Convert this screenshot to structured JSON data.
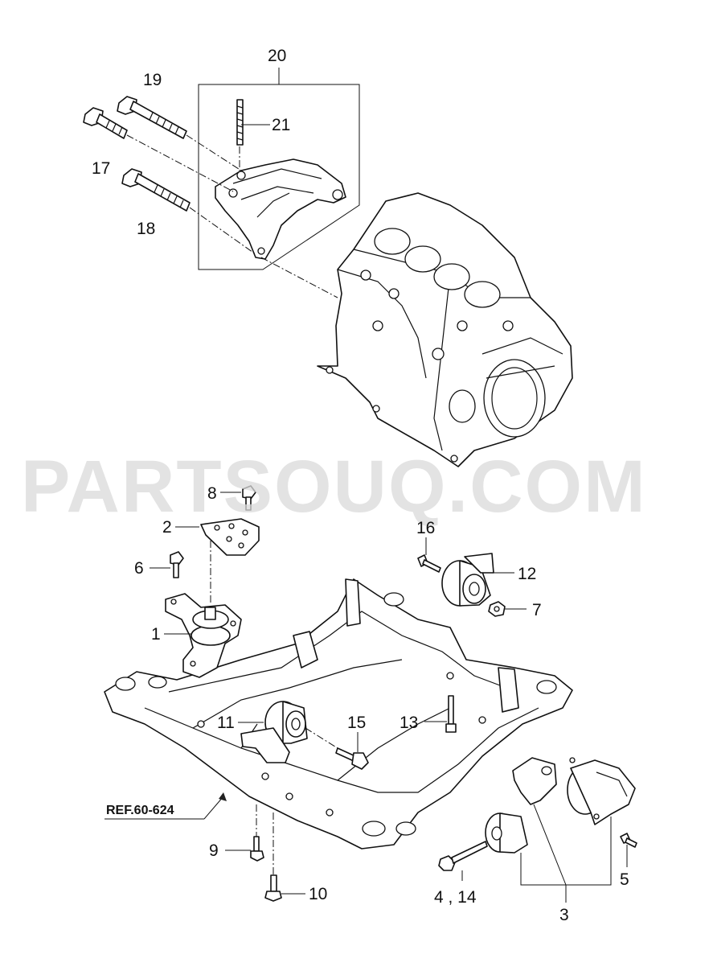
{
  "watermark": "PARTSOUQ.COM",
  "reference": "REF.60-624",
  "callouts": {
    "c1": "1",
    "c2": "2",
    "c3": "3",
    "c4_14": "4 , 14",
    "c5": "5",
    "c6": "6",
    "c7": "7",
    "c8": "8",
    "c9": "9",
    "c10": "10",
    "c11": "11",
    "c12": "12",
    "c13": "13",
    "c15": "15",
    "c16": "16",
    "c17": "17",
    "c18": "18",
    "c19": "19",
    "c20": "20",
    "c21": "21"
  }
}
